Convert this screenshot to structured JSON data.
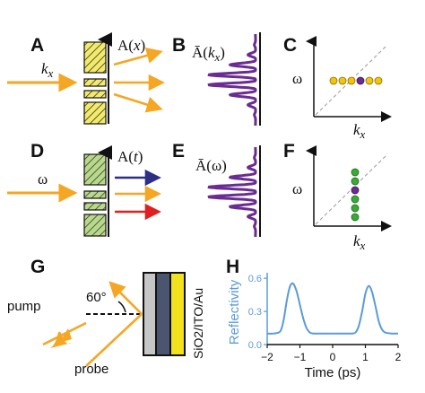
{
  "panels": {
    "a": {
      "label": "A",
      "input": "k",
      "input_sub": "x",
      "field": "A(",
      "field_var": "x",
      "field_close": ")"
    },
    "b": {
      "label": "B",
      "field": "Ā(",
      "field_var": "k",
      "field_sub": "x",
      "field_close": ")"
    },
    "c": {
      "label": "C",
      "yaxis": "ω",
      "xaxis": "k",
      "xaxis_sub": "x"
    },
    "d": {
      "label": "D",
      "input": "ω",
      "field": "A(",
      "field_var": "t",
      "field_close": ")"
    },
    "e": {
      "label": "E",
      "field": "Ā(ω)"
    },
    "f": {
      "label": "F",
      "yaxis": "ω",
      "xaxis": "k",
      "xaxis_sub": "x"
    },
    "g": {
      "label": "G",
      "pump": "pump",
      "probe": "probe",
      "angle": "60°",
      "stack": "SiO2/ITO/Au"
    },
    "h": {
      "label": "H"
    }
  },
  "colors": {
    "orange": "#f5a623",
    "purple": "#6a2c91",
    "yellow_hatch": "#f3ea6a",
    "green_hatch": "#b8d98a",
    "dot_yellow": "#f2c40f",
    "dot_green": "#3aa935",
    "blue_arrow": "#2e2e86",
    "red_arrow": "#e02020",
    "curve": "#5b9bd5",
    "sio2": "#c6c6c6",
    "ito": "#4b5570",
    "au": "#f2e21c"
  },
  "chart_data": {
    "type": "line",
    "xlabel": "Time (ps)",
    "ylabel": "Reflectivity",
    "xlim": [
      -2,
      2
    ],
    "ylim": [
      0,
      0.65
    ],
    "xticks": [
      "−2",
      "−1",
      "0",
      "1",
      "2"
    ],
    "yticks": [
      "0.0",
      "0.3",
      "0.6"
    ],
    "series": [
      {
        "x": [
          -2.0,
          -1.8,
          -1.6,
          -1.5,
          -1.4,
          -1.3,
          -1.2,
          -1.1,
          -1.0,
          -0.9,
          -0.8,
          -0.7,
          -0.6,
          -0.4,
          -0.2,
          0.0,
          0.2,
          0.4,
          0.6,
          0.7,
          0.8,
          0.9,
          1.0,
          1.1,
          1.2,
          1.3,
          1.4,
          1.5,
          1.6,
          1.8,
          2.0
        ],
        "y": [
          0.1,
          0.1,
          0.12,
          0.22,
          0.4,
          0.53,
          0.55,
          0.48,
          0.36,
          0.24,
          0.15,
          0.11,
          0.1,
          0.1,
          0.1,
          0.1,
          0.1,
          0.1,
          0.1,
          0.11,
          0.17,
          0.3,
          0.46,
          0.53,
          0.48,
          0.36,
          0.22,
          0.14,
          0.11,
          0.1,
          0.1
        ]
      }
    ]
  }
}
